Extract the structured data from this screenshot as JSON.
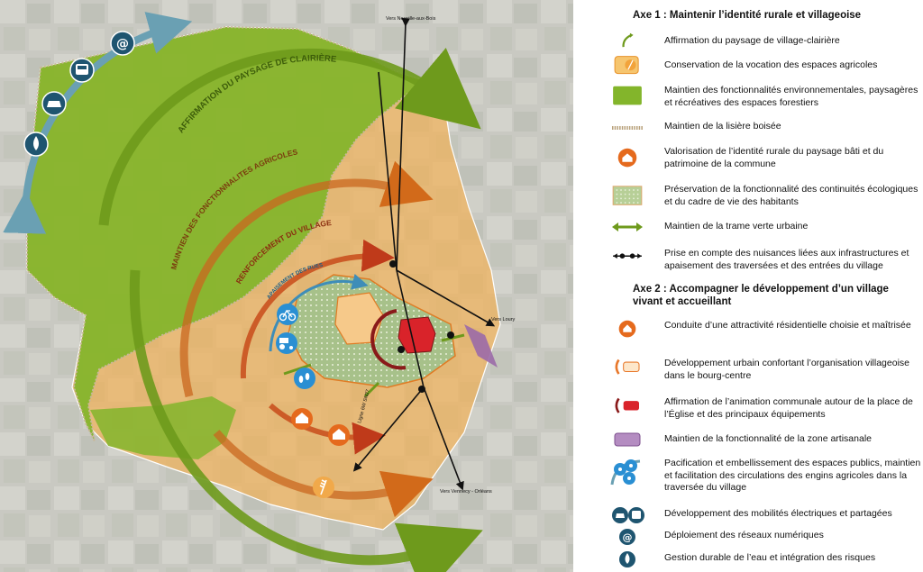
{
  "map": {
    "labels": {
      "arc_paysage": "AFFIRMATION DU PAYSAGE DE CLAIRIÈRE",
      "arc_agricoles": "MAINTIEN DES FONCTIONNALITES AGRICOLES",
      "arc_village": "RENFORCEMENT DU VILLAGE",
      "arc_rues": "APAISEMENT DES RUES",
      "road_north": "Vers Neuville-aux-Bois",
      "road_east": "Vers Loury",
      "road_south": "Vers Vennecy - Orléans",
      "road_diag": "Ligne 6W SN27"
    }
  },
  "legend": {
    "axe1": {
      "title": "Axe 1 : Maintenir l’identité rurale et villageoise",
      "items": [
        {
          "icon": "green-curved-arrow",
          "text": "Affirmation du paysage de village-clairière"
        },
        {
          "icon": "agricultural-zone-wheat-icon",
          "text": "Conservation de la vocation des espaces agricoles"
        },
        {
          "icon": "forest-area-swatch",
          "text": "Maintien des fonctionnalités environnementales, paysagères et récréatives des espaces forestiers"
        },
        {
          "icon": "wooded-edge-line",
          "text": "Maintien de la lisière boisée"
        },
        {
          "icon": "heritage-building-icon",
          "text": "Valorisation de l’identité rurale du paysage bâti et du patrimoine de la commune"
        },
        {
          "icon": "ecological-continuity-swatch",
          "text": "Préservation de la fonctionnalité des continuités écologiques et du cadre de vie des habitants"
        },
        {
          "icon": "green-double-arrow",
          "text": "Maintien de la trame verte urbaine"
        },
        {
          "icon": "infrastructure-nuisance-line",
          "text": "Prise en compte des nuisances liées aux infrastructures et apaisement des traversées et des entrées du village"
        }
      ]
    },
    "axe2": {
      "title": "Axe 2 : Accompagner le développement d’un village vivant et accueillant",
      "items": [
        {
          "icon": "residential-attractivity-icon",
          "text": "Conduite d’une attractivité résidentielle choisie et maîtrisée"
        },
        {
          "icon": "urban-development-outline",
          "text": "Développement urbain confortant l’organisation villageoise dans le bourg-centre"
        },
        {
          "icon": "church-square-icon",
          "text": "Affirmation de l’animation communale autour de la place de l’Église et des principaux équipements"
        },
        {
          "icon": "artisanal-zone-swatch",
          "text": "Maintien de la fonctionnalité de la zone artisanale"
        },
        {
          "icon": "public-spaces-mobility-icons",
          "text": "Pacification et embellissement des espaces publics, maintien et facilitation des circulations des engins agricoles dans la traversée du village"
        },
        {
          "icon": "electric-mobility-icons",
          "text": "Développement des mobilités électriques et partagées"
        },
        {
          "icon": "digital-network-icon",
          "text": "Déploiement des réseaux numériques"
        },
        {
          "icon": "water-drop-icon",
          "text": "Gestion durable de l’eau et intégration des risques"
        }
      ]
    }
  }
}
